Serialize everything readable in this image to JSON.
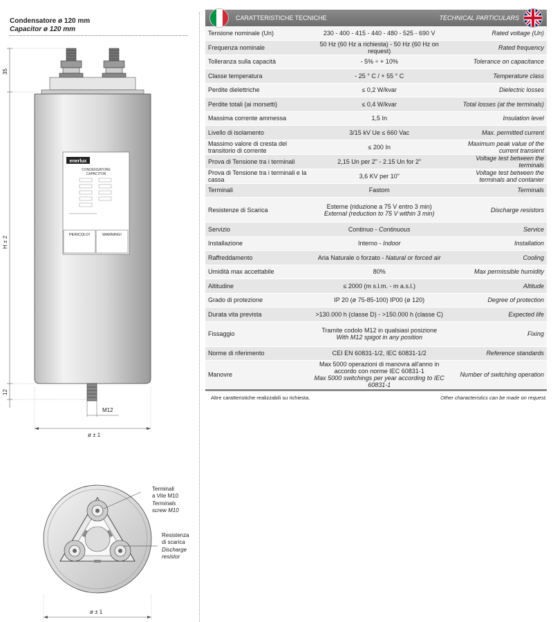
{
  "product": {
    "title_it": "Condensatore ø 120 mm",
    "title_en": "Capacitor ø 120 mm"
  },
  "drawing": {
    "dim_top": "35",
    "dim_height": "H ± 2",
    "dim_bottom": "12",
    "stud_label": "M12",
    "dia_label": "ø ± 1",
    "dia_label_bottom": "ø ± 1",
    "callout_terminals": [
      "Terminali",
      "a Vite M10",
      "Terminals",
      "screw M10"
    ],
    "callout_resistor": [
      "Resistenza",
      "di scarica",
      "Discharge",
      "resistor"
    ],
    "nameplate": {
      "brand": "enerlux",
      "type_it": "CONDENSATORE",
      "type_en": "CAPACITOR",
      "warn_it": "PERICOLO!",
      "warn_en": "WARNING!"
    }
  },
  "colors": {
    "header": "#7a7a7a",
    "row_even": "#e6e6e6",
    "row_odd": "#f4f4f4",
    "it_green": "#009246",
    "it_red": "#ce2b37",
    "uk_blue": "#012169",
    "uk_red": "#c8102e"
  },
  "specs": {
    "header_it": "CARATTERISTICHE TECNICHE",
    "header_en": "TECHNICAL PARTICULARS",
    "rows": [
      {
        "it": "Tensione nominale (Un)",
        "value": "230 - 400 - 415 - 440 - 480 - 525 - 690 V",
        "value2": "",
        "en": "Rated voltage (Un)"
      },
      {
        "it": "Frequenza nominale",
        "value": "50 Hz (60 Hz a richiesta) - 50 Hz (60 Hz on request)",
        "value2": "",
        "en": "Rated frequency"
      },
      {
        "it": "Tolleranza sulla capacità",
        "value": "- 5%  ÷ + 10%",
        "value2": "",
        "en": "Tolerance on capacitance"
      },
      {
        "it": "Classe temperatura",
        "value": "- 25 ° C / + 55 ° C",
        "value2": "",
        "en": "Temperature class"
      },
      {
        "it": "Perdite dielettriche",
        "value": "≤ 0,2 W/kvar",
        "value2": "",
        "en": "Dielectric losses"
      },
      {
        "it": "Perdite totali (ai morsetti)",
        "value": "≤ 0,4 W/kvar",
        "value2": "",
        "en": "Total losses (at the terminals)"
      },
      {
        "it": "Massima corrente ammessa",
        "value": "1,5 In",
        "value2": "",
        "en": "Insulation level"
      },
      {
        "it": "Livello di isolamento",
        "value": "3/15 kV Ue ≤ 660 Vac",
        "value2": "",
        "en": "Max. permitted current"
      },
      {
        "it": "Massimo valore di cresta del transitorio di corrente",
        "value": "≤ 200 In",
        "value2": "",
        "en": "Maximum peak value of the current transient"
      },
      {
        "it": "Prova di Tensione tra i terminali",
        "value": "2,15 Un per 2\" - 2.15 Un for 2\"",
        "value2": "",
        "en": "Voltage test between the terminals"
      },
      {
        "it": "Prova di Tensione tra i terminali e la cassa",
        "value": "3,6 KV per 10\"",
        "value2": "",
        "en": "Voltage test between the terminals and contanier"
      },
      {
        "it": "Terminali",
        "value": "Fastom",
        "value2": "",
        "en": "Terminals"
      },
      {
        "it": "Resistenze di Scarica",
        "value": "Esterne (riduzione a 75 V entro 3 min)",
        "value2": "External (reduction to 75 V within 3 min)",
        "en": "Discharge resistors"
      },
      {
        "it": "Servizio",
        "value": "Continuo - ",
        "value2": "Continuous",
        "en": "Service",
        "inline": true
      },
      {
        "it": "Installazione",
        "value": "Interno - ",
        "value2": "Indoor",
        "en": "Installation",
        "inline": true
      },
      {
        "it": "Raffreddamento",
        "value": "Aria Naturale o forzato  - ",
        "value2": "Natural or forced air",
        "en": "Cooling",
        "inline": true
      },
      {
        "it": "Umidità max accettabile",
        "value": "80%",
        "value2": "",
        "en": "Max permissible humidity"
      },
      {
        "it": "Altitudine",
        "value": "≤ 2000 (m s.l.m. - m a.s.l.)",
        "value2": "",
        "en": "Altitude"
      },
      {
        "it": "Grado di protezione",
        "value": "IP 20 (ø 75-85-100) IP00 (ø 120)",
        "value2": "",
        "en": "Degree of protection"
      },
      {
        "it": "Durata vita prevista",
        "value": ">130.000 h (classe D) - >150.000 h (classe C)",
        "value2": "",
        "en": "Expected life"
      },
      {
        "it": "Fissaggio",
        "value": "Tramite codolo M12 in qualsiasi posizione",
        "value2": "With M12 spigot in any position",
        "en": "Fixing"
      },
      {
        "it": "Norme di riferimento",
        "value": "CEI EN 60831-1/2, IEC 60831-1/2",
        "value2": "",
        "en": "Reference standards"
      },
      {
        "it": "Manovre",
        "value": "Max 5000 operazioni di manovra all'anno in accordo con norme IEC 60831-1",
        "value2": "Max 5000 switchings per year according to IEC 60831-1",
        "en": "Number of switching operation"
      }
    ],
    "note_it": "Altre caratteristiche realizzabili su richiesta.",
    "note_en": "Other characteristics can be made on request."
  }
}
